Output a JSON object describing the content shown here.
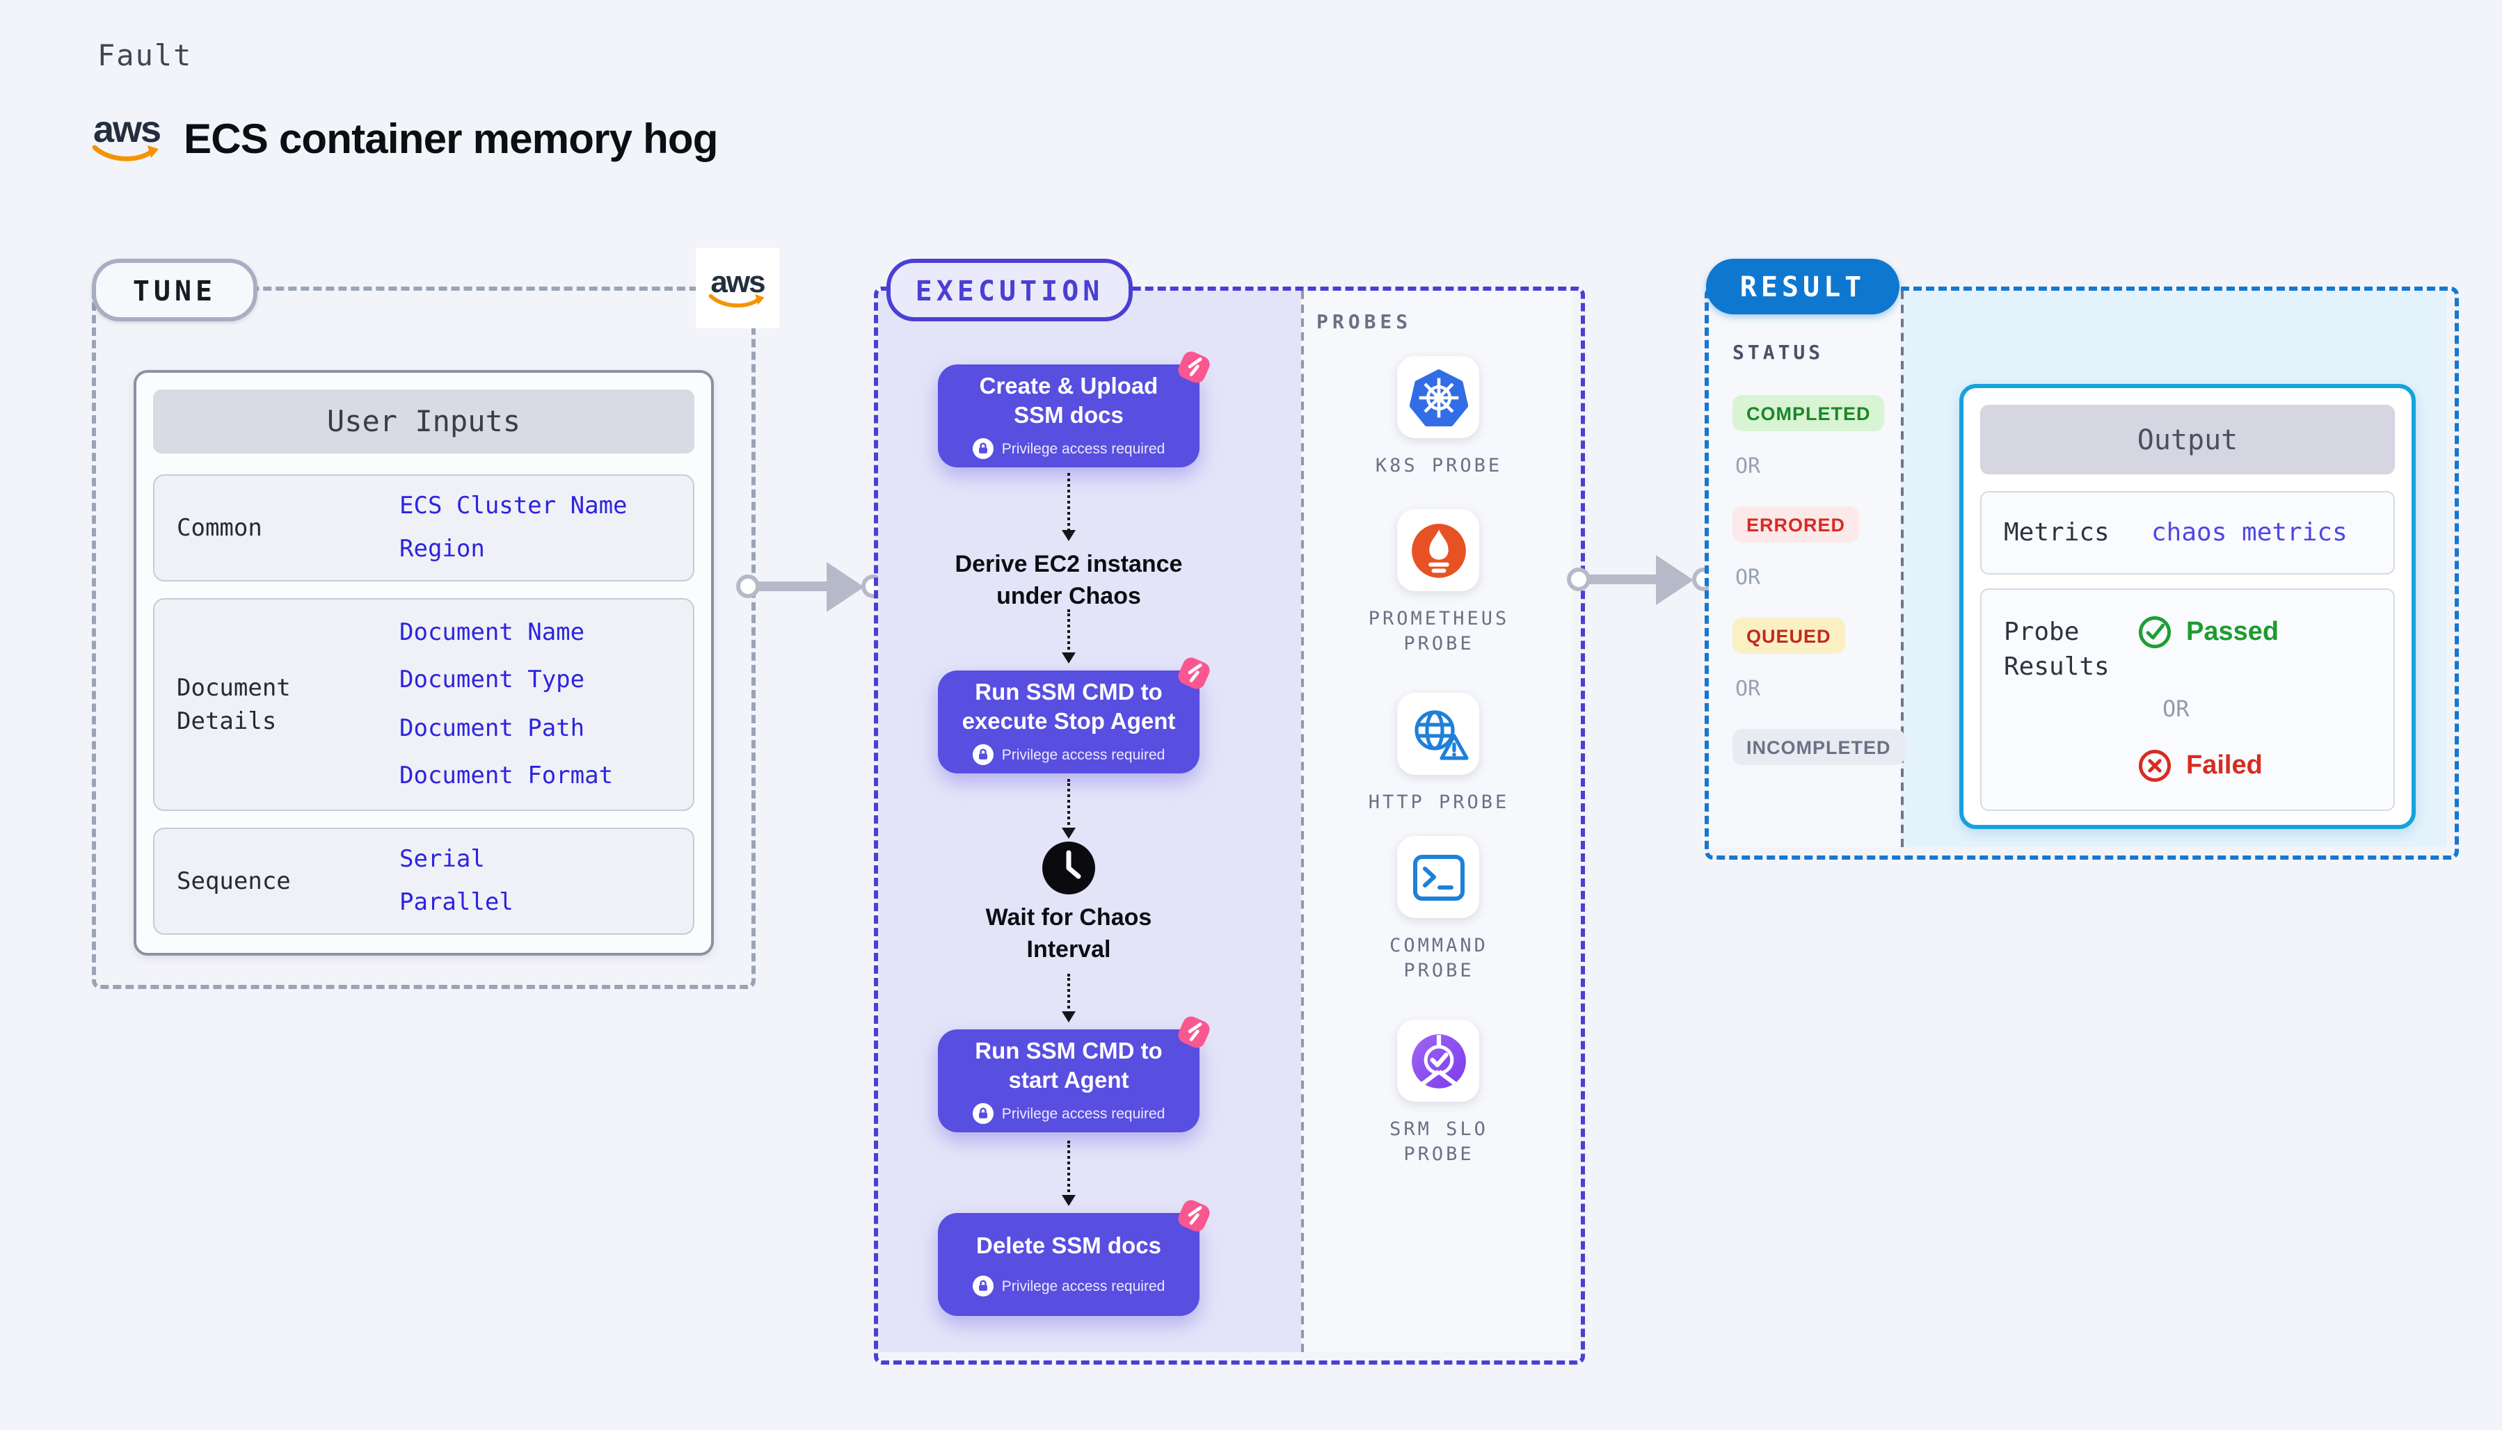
{
  "header": {
    "fault_label": "Fault",
    "title": "ECS container memory hog",
    "aws_logo_text": "aws"
  },
  "tune": {
    "badge": "TUNE",
    "card_title": "User Inputs",
    "rows": [
      {
        "label": "Common",
        "links": [
          "ECS Cluster Name",
          "Region"
        ]
      },
      {
        "label": "Document Details",
        "links": [
          "Document Name",
          "Document Type",
          "Document Path",
          "Document Format"
        ]
      },
      {
        "label": "Sequence",
        "links": [
          "Serial",
          "Parallel"
        ]
      }
    ]
  },
  "execution": {
    "badge": "EXECUTION",
    "privilege_label": "Privilege access required",
    "steps": [
      {
        "line1": "Create & Upload",
        "line2": "SSM docs"
      },
      {
        "line1": "Run SSM CMD to",
        "line2": "execute Stop Agent"
      },
      {
        "line1": "Run SSM CMD to",
        "line2": "start Agent"
      },
      {
        "line1": "Delete SSM docs",
        "line2": ""
      }
    ],
    "notes": {
      "derive_line1": "Derive EC2 instance",
      "derive_line2": "under Chaos",
      "wait_line1": "Wait for Chaos",
      "wait_line2": "Interval"
    },
    "probes": {
      "label": "PROBES",
      "items": [
        {
          "icon": "kubernetes",
          "label": "K8S PROBE"
        },
        {
          "icon": "prometheus",
          "label": "PROMETHEUS PROBE"
        },
        {
          "icon": "http",
          "label": "HTTP PROBE"
        },
        {
          "icon": "command",
          "label": "COMMAND PROBE"
        },
        {
          "icon": "srm-slo",
          "label": "SRM SLO PROBE"
        }
      ]
    }
  },
  "result": {
    "badge": "RESULT",
    "status_label": "STATUS",
    "or_label": "OR",
    "statuses": [
      {
        "label": "COMPLETED",
        "state": "completed"
      },
      {
        "label": "ERRORED",
        "state": "errored"
      },
      {
        "label": "QUEUED",
        "state": "queued"
      },
      {
        "label": "INCOMPLETED",
        "state": "incompleted"
      }
    ],
    "output": {
      "title": "Output",
      "metrics_label": "Metrics",
      "metrics_value": "chaos metrics",
      "probe_results_label": "Probe Results",
      "passed_label": "Passed",
      "failed_label": "Failed"
    }
  },
  "colors": {
    "page_bg": "#f3f4f9",
    "step_purple": "#584ee0",
    "execution_accent": "#4a3fd4",
    "result_accent": "#0e78d0",
    "output_border": "#14a3de",
    "tune_border": "#9ba3b6",
    "litmus_pink": "#f9578f",
    "passed_green": "#1e9e32",
    "failed_red": "#d92b21",
    "link_blue": "#2d23e0",
    "metrics_link_blue": "#4f46e5",
    "aws_orange": "#f59300",
    "k8s_blue": "#326de6",
    "prometheus_orange": "#e75225",
    "probe_icon_blue": "#1e80d8",
    "srm_purple": "#7c3aed"
  }
}
